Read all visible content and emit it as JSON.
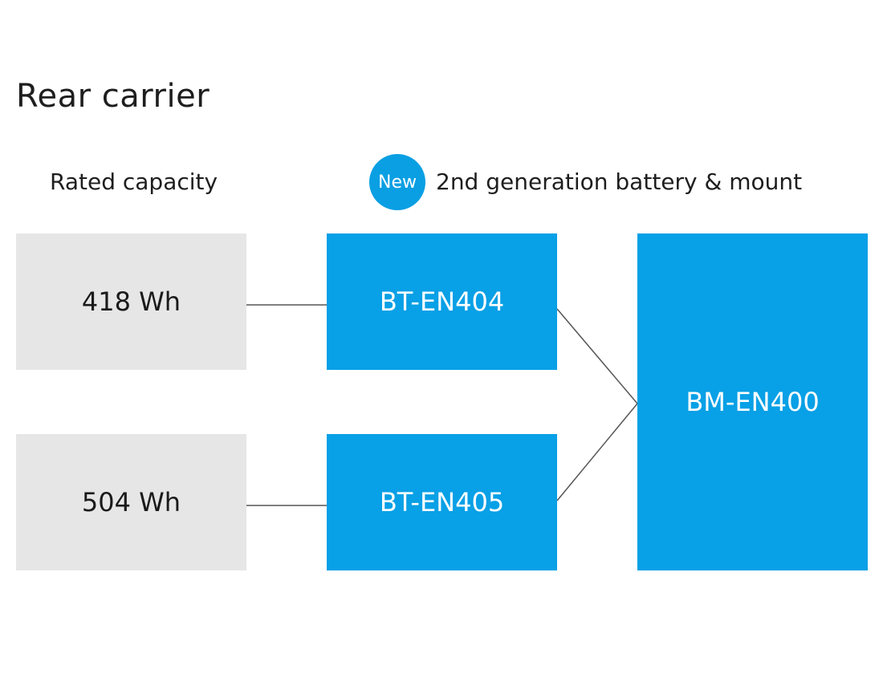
{
  "title": "Rear carrier",
  "headings": {
    "capacity": "Rated capacity",
    "new_badge": "New",
    "generation": "2nd generation battery & mount"
  },
  "capacities": [
    "418 Wh",
    "504 Wh"
  ],
  "batteries": [
    "BT-EN404",
    "BT-EN405"
  ],
  "mount": "BM-EN400",
  "colors": {
    "accent": "#08a0e6",
    "capacity_box": "#e6e6e6",
    "connector": "#555555"
  }
}
